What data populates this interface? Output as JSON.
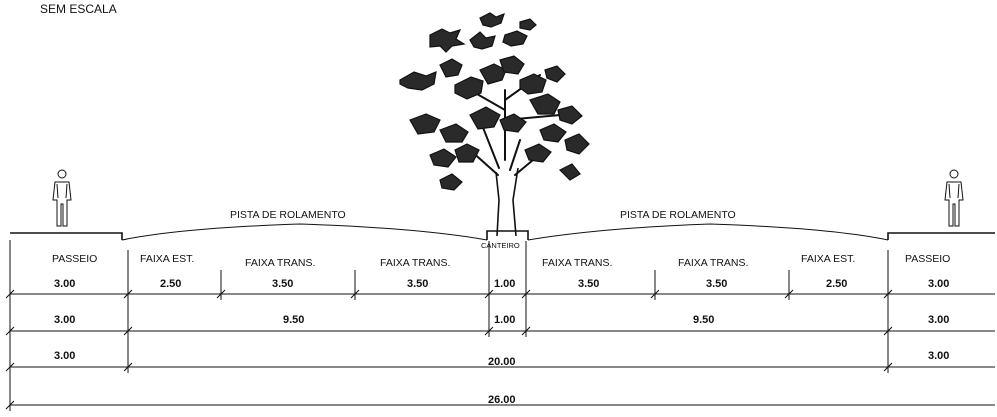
{
  "scale_note": "SEM ESCALA",
  "pista_left_label": "PISTA DE ROLAMENTO",
  "pista_right_label": "PISTA DE ROLAMENTO",
  "canteiro_label": "CANTEIRO",
  "icons": [
    "tree-icon",
    "pedestrian-icon"
  ],
  "row1": {
    "labels": [
      "PASSEIO",
      "FAIXA EST.",
      "FAIXA TRANS.",
      "FAIXA TRANS.",
      "FAIXA TRANS.",
      "FAIXA TRANS.",
      "FAIXA EST.",
      "PASSEIO"
    ],
    "values": [
      "3.00",
      "2.50",
      "3.50",
      "3.50",
      "1.00",
      "3.50",
      "3.50",
      "2.50",
      "3.00"
    ]
  },
  "row2": {
    "values": [
      "3.00",
      "9.50",
      "1.00",
      "9.50",
      "3.00"
    ]
  },
  "row3": {
    "values": [
      "3.00",
      "20.00",
      "3.00"
    ]
  },
  "row4": {
    "values": [
      "26.00"
    ]
  }
}
